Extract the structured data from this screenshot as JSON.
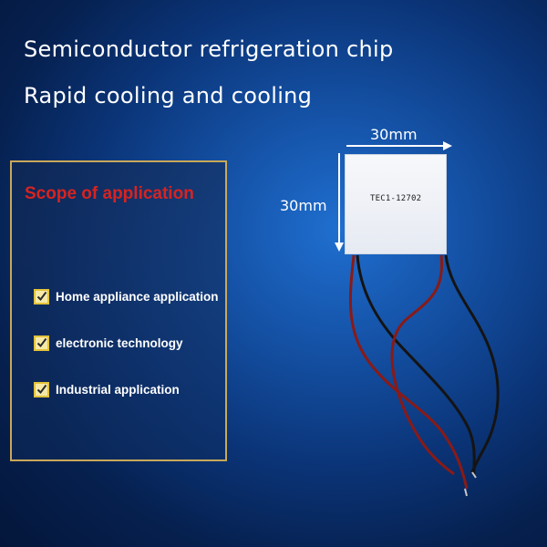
{
  "headline": {
    "line1": "Semiconductor refrigeration chip",
    "line2": "Rapid cooling and cooling"
  },
  "scope": {
    "title": "Scope of application",
    "items": [
      {
        "label": "Home appliance application"
      },
      {
        "label": "electronic technology"
      },
      {
        "label": "Industrial application"
      }
    ]
  },
  "chip": {
    "model": "TEC1-12702",
    "width_label": "30mm",
    "height_label": "30mm"
  },
  "colors": {
    "background": "#0b3579",
    "scope_title": "#d8231f",
    "box_border": "#c8a85a",
    "check": "#e3c23a",
    "wire_red": "#8a1a16",
    "wire_black": "#141414"
  },
  "icons": {
    "check": "checkmark-icon",
    "arrow": "arrow-icon"
  }
}
